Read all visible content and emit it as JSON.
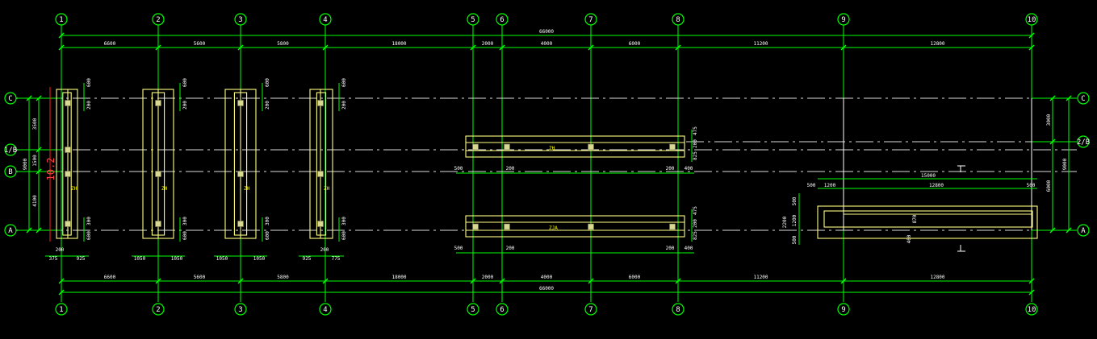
{
  "grid_x": [
    "1",
    "2",
    "3",
    "4",
    "5",
    "6",
    "7",
    "8",
    "9",
    "10"
  ],
  "grid_y_left": [
    "C",
    "1/B",
    "B",
    "A"
  ],
  "grid_y_right": [
    "C",
    "2/B",
    "A"
  ],
  "dims": {
    "overall": "66000",
    "bays": [
      "6600",
      "5600",
      "5800",
      "18000",
      "2000",
      "4000",
      "6000",
      "11200",
      "12800"
    ],
    "left_vertical": [
      "3500",
      "1500",
      "4100"
    ],
    "left_total": "9000",
    "right_vertical": [
      "3000",
      "6000"
    ],
    "right_total": "9000",
    "post_600": "600",
    "post_200": "200",
    "post_300": "300",
    "post_bottom_a": [
      "375",
      "925"
    ],
    "post_bottom_b": [
      "1050",
      "1050"
    ],
    "post_bottom_c": [
      "925",
      "775"
    ],
    "post_200_top": "200",
    "beam_500": "500",
    "beam_200": "200",
    "beam_400": "400",
    "beam_475": "475",
    "beam_825": "825",
    "tank": {
      "top": "15000",
      "parts": [
        "1200",
        "12800",
        "500"
      ],
      "left_500": "500",
      "v_500": "500",
      "v_1200": "1200",
      "v_2200": "2200",
      "v_500b": "500",
      "inner_870": "870",
      "inner_400": "400"
    }
  },
  "marks": {
    "post_mark": "ZH",
    "beam_mark": "ZH",
    "beam_mark2": "ZJA",
    "red_mark": "10.2"
  },
  "colors": {
    "grid": "#00ff00",
    "member": "#ffff80",
    "text": "#ffffff",
    "background": "#000000"
  }
}
